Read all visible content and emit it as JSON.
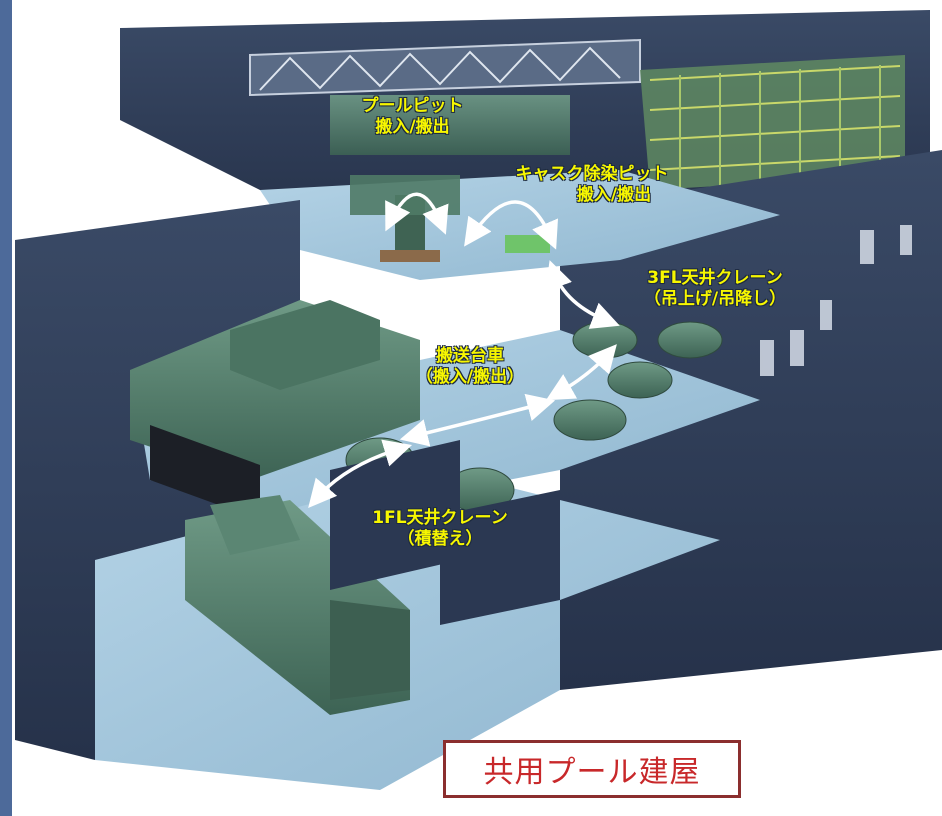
{
  "labels": {
    "pool_pit": {
      "line1": "プールピット",
      "line2": "搬入/搬出"
    },
    "cask_pit": {
      "line1": "キャスク除染ピット",
      "line2": "搬入/搬出"
    },
    "crane_3fl": {
      "line1": "3FL天井クレーン",
      "line2": "（吊上げ/吊降し）"
    },
    "transport_cart": {
      "line1": "搬送台車",
      "line2": "（搬入/搬出）"
    },
    "crane_1fl": {
      "line1": "1FL天井クレーン",
      "line2": "（積替え）"
    }
  },
  "title": "共用プール建屋",
  "colors": {
    "label": "#f7f700",
    "arrow": "#ffffff",
    "title_text": "#c8282a",
    "title_border": "#8b2e2e",
    "building_dark": "#2c3a55",
    "floor_light": "#9fc3da",
    "equipment": "#4e7a68"
  }
}
